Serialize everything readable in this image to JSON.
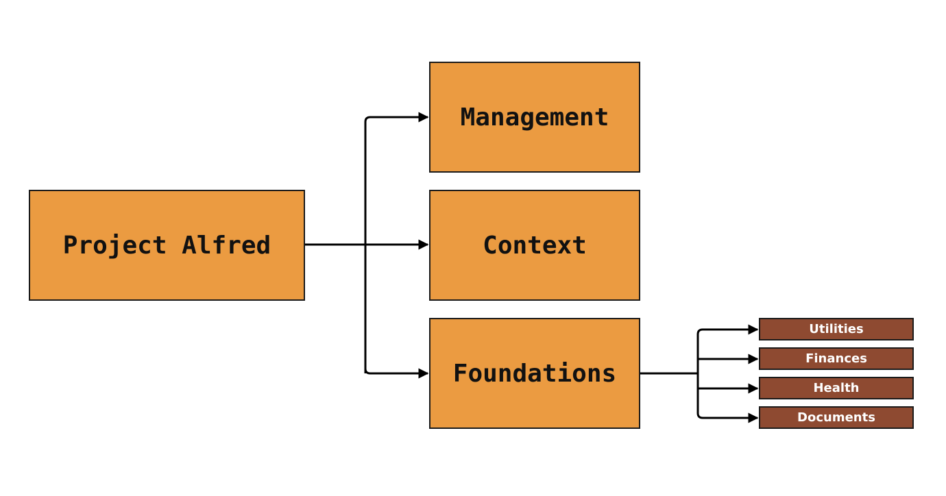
{
  "diagram": {
    "root": "Project Alfred",
    "children": [
      "Management",
      "Context",
      "Foundations"
    ],
    "foundations_children": [
      "Utilities",
      "Finances",
      "Health",
      "Documents"
    ]
  },
  "colors": {
    "main_fill": "#eb9b41",
    "leaf_fill": "#8e4a31",
    "border": "#1a1a1a",
    "connector": "#000000",
    "leaf_text": "#ffffff",
    "main_text": "#111111"
  }
}
